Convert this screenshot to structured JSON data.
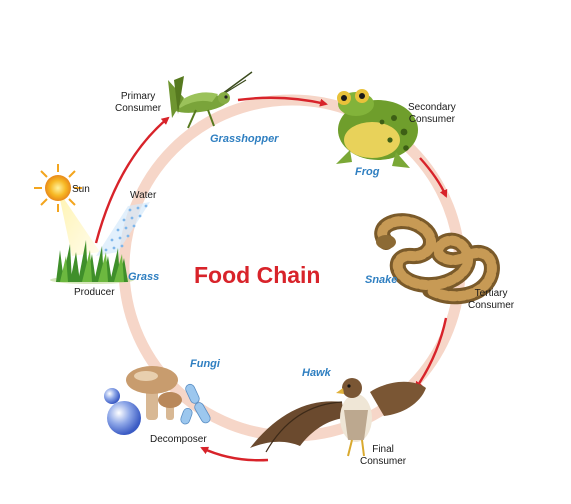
{
  "title": "Food Chain",
  "colors": {
    "title": "#d8232a",
    "organism_name": "#2f7fc1",
    "ring": "#f6d6c8",
    "arrow": "#d8232a"
  },
  "sun_label": "Sun",
  "water_label": "Water",
  "stages": [
    {
      "role_line1": "Producer",
      "role_line2": "",
      "organism": "Grass",
      "icon": "grass-icon"
    },
    {
      "role_line1": "Primary",
      "role_line2": "Consumer",
      "organism": "Grasshopper",
      "icon": "grasshopper-icon"
    },
    {
      "role_line1": "Secondary",
      "role_line2": "Consumer",
      "organism": "Frog",
      "icon": "frog-icon"
    },
    {
      "role_line1": "Tertiary",
      "role_line2": "Consumer",
      "organism": "Snake",
      "icon": "snake-icon"
    },
    {
      "role_line1": "Final",
      "role_line2": "Consumer",
      "organism": "Hawk",
      "icon": "hawk-icon"
    },
    {
      "role_line1": "Decomposer",
      "role_line2": "",
      "organism": "Fungi",
      "icon": "fungi-icon"
    }
  ]
}
